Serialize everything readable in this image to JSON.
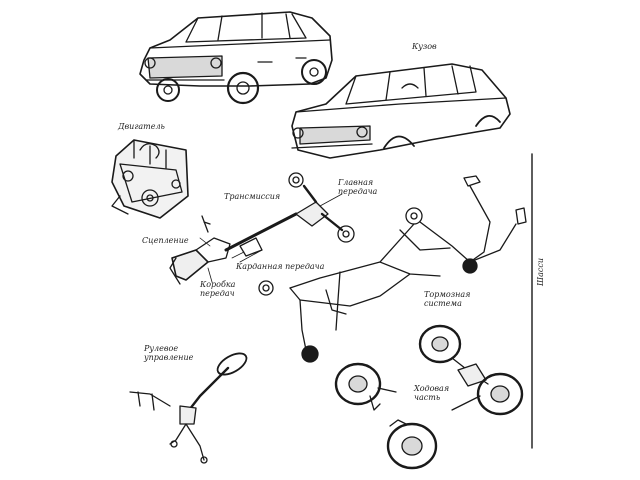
{
  "diagram": {
    "labels": {
      "body": "Кузов",
      "engine": "Двигатель",
      "transmission": "Трансмиссия",
      "main_gear": [
        "Главная",
        "передача"
      ],
      "clutch": "Сцепление",
      "gearbox": [
        "Коробка",
        "передач"
      ],
      "driveshaft": "Карданная передача",
      "brake_system": [
        "Тормозная",
        "система"
      ],
      "steering": [
        "Рулевое",
        "управление"
      ],
      "chassis": [
        "Ходовая",
        "часть"
      ],
      "side_caption": "Шасси"
    },
    "line_color": "#1a1a1a",
    "background": "#ffffff"
  }
}
